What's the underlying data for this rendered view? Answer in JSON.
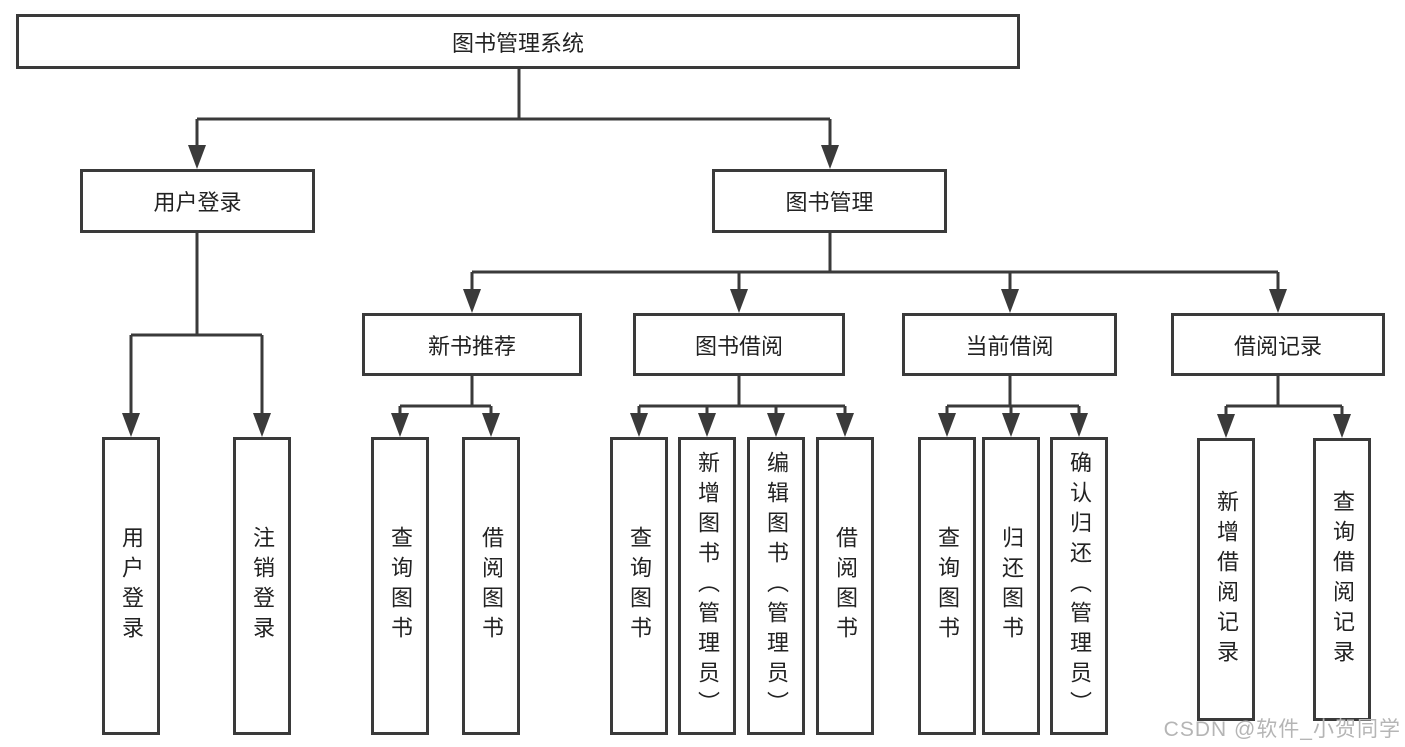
{
  "diagram": {
    "title": "图书管理系统",
    "branches": [
      {
        "label": "用户登录",
        "children": [
          "用户登录",
          "注销登录"
        ]
      },
      {
        "label": "图书管理",
        "sections": [
          {
            "label": "新书推荐",
            "children": [
              "查询图书",
              "借阅图书"
            ]
          },
          {
            "label": "图书借阅",
            "children": [
              "查询图书",
              "新增图书（管理员）",
              "编辑图书（管理员）",
              "借阅图书"
            ]
          },
          {
            "label": "当前借阅",
            "children": [
              "查询图书",
              "归还图书",
              "确认归还（管理员）"
            ]
          },
          {
            "label": "借阅记录",
            "children": [
              "新增借阅记录",
              "查询借阅记录"
            ]
          }
        ]
      }
    ]
  },
  "watermark": {
    "text": "CSDN @软件_小贺同学"
  },
  "colors": {
    "line": "#3a3a3a",
    "text": "#222222",
    "watermark": "#b5b5b5",
    "background": "#ffffff"
  }
}
